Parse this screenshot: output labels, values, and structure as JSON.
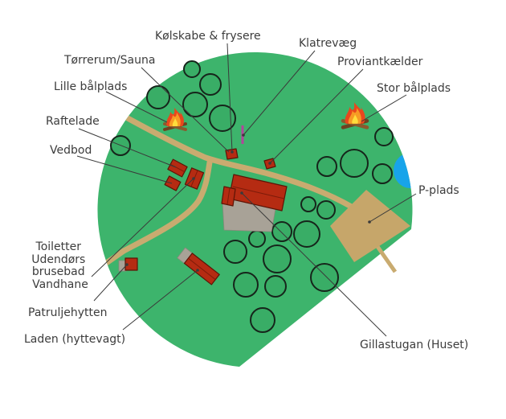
{
  "map": {
    "labels": {
      "refrigerators": "Kølskabe & frysere",
      "climbing_wall": "Klatrevæg",
      "drying_room": "Tørrerum/Sauna",
      "provisions_cellar": "Proviantkælder",
      "small_fireplace": "Lille bålplads",
      "large_fireplace": "Stor bålplads",
      "pole_barn": "Raftelade",
      "woodshed": "Vedbod",
      "parking": "P-plads",
      "sanitary_block": [
        "Toiletter",
        "Udendørs",
        "brusebad",
        "Vandhane"
      ],
      "patrol_hut": "Patruljehytten",
      "barn": "Laden (hyttevagt)",
      "main_house": "Gillastugan (Huset)"
    },
    "icons": {
      "fireplace": "bonfire-icon",
      "tree": "tree-icon"
    },
    "colors": {
      "grass": "#3db46c",
      "tree": "#39ad66",
      "road": "#c9ab70",
      "parking": "#c6a66a",
      "building": "#b52b12",
      "pavement": "#a8a297",
      "water": "#18a4ea",
      "climbing_wall": "#b3449c"
    }
  }
}
